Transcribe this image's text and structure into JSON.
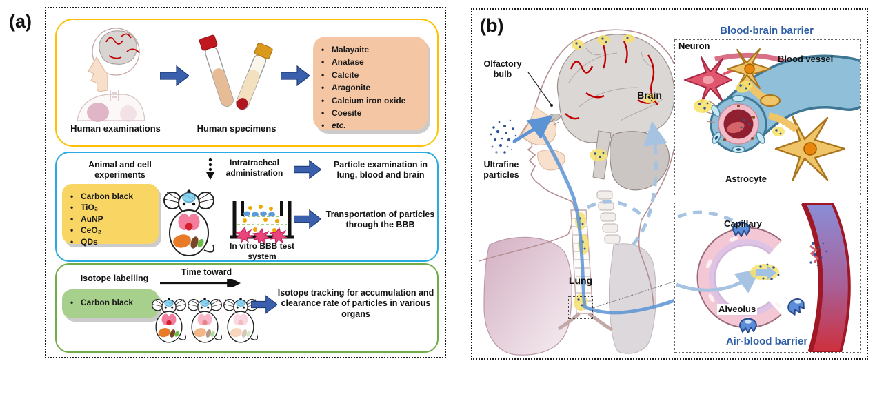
{
  "colors": {
    "arrow_blue": "#3A5FAC",
    "section_yellow_border": "#FFC000",
    "section_blue_border": "#29ABE2",
    "section_green_border": "#70AD47",
    "minerals_box_fill": "#F5C6A4",
    "materials_box_fill": "#F9D664",
    "isotope_box_fill": "#A8D08D",
    "barrier_title_blue": "#2E5EA6"
  },
  "panel_a": {
    "label": "(a)",
    "human_row": {
      "examinations_caption": "Human examinations",
      "specimens_caption": "Human specimens",
      "minerals": [
        "Malayaite",
        "Anatase",
        "Calcite",
        "Aragonite",
        "Calcium iron oxide",
        "Coesite",
        "etc."
      ]
    },
    "animal_row": {
      "title": "Animal and cell experiments",
      "materials": [
        "Carbon black",
        "TiO₂",
        "AuNP",
        "CeO₂",
        "QDs"
      ],
      "administration_caption": "Intratracheal administration",
      "bbb_system_caption": "In vitro BBB test system",
      "outcome_top": "Particle examination in lung, blood and brain",
      "outcome_bottom": "Transportation of particles through the BBB"
    },
    "isotope_row": {
      "title": "Isotope labelling",
      "materials": [
        "Carbon black"
      ],
      "time_caption": "Time toward",
      "outcome": "Isotope tracking for accumulation and clearance rate of particles in various organs"
    }
  },
  "panel_b": {
    "label": "(b)",
    "anatomy_labels": {
      "olfactory_bulb": "Olfactory bulb",
      "ultrafine_particles": "Ultrafine particles",
      "brain": "Brain",
      "lung": "Lung"
    },
    "blood_brain_inset": {
      "title": "Blood-brain barrier",
      "neuron_label": "Neuron",
      "blood_vessel_label": "Blood vessel",
      "astrocyte_label": "Astrocyte"
    },
    "air_blood_inset": {
      "title": "Air-blood barrier",
      "capillary_label": "Capillary",
      "alveolus_label": "Alveolus"
    }
  }
}
